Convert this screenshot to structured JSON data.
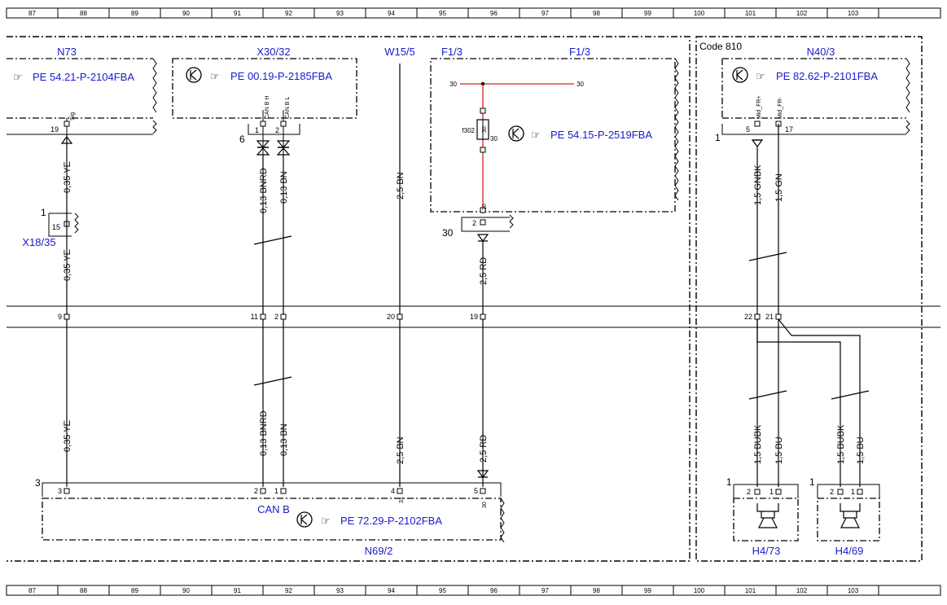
{
  "ruler": [
    "87",
    "88",
    "89",
    "90",
    "91",
    "92",
    "93",
    "94",
    "95",
    "96",
    "97",
    "98",
    "99",
    "100",
    "101",
    "102",
    "103"
  ],
  "code_label": "Code 810",
  "components": {
    "n73": {
      "name": "N73",
      "ref": "PE 54.21-P-2104FBA",
      "pin": "19",
      "pin_label": "Sig"
    },
    "x3032": {
      "name": "X30/32",
      "ref": "PE 00.19-P-2185FBA",
      "pins": [
        "1",
        "2"
      ],
      "pin_labels": [
        "CAN B H",
        "CAN B L"
      ],
      "group": "6"
    },
    "w155": {
      "name": "W15/5"
    },
    "f13": {
      "name_left": "F1/3",
      "name_right": "F1/3",
      "ref": "PE 54.15-P-2519FBA",
      "fuse": "f302",
      "fuse_value": "30",
      "node_left": "30",
      "node_right": "30",
      "fuse_pin": "30",
      "bottom_pin": "30",
      "connector_pin": "2",
      "group": "30"
    },
    "n403": {
      "name": "N40/3",
      "ref": "PE 82.62-P-2101FBA",
      "pins": [
        "5",
        "17"
      ],
      "pin_labels": [
        "Mid_FR+",
        "Mid_FR-"
      ],
      "group": "1"
    },
    "x1835": {
      "name": "X18/35",
      "pin": "15",
      "group": "1"
    },
    "n692": {
      "name": "N69/2",
      "ref": "PE 72.29-P-2102FBA",
      "bus": "CAN B",
      "pins": [
        "3",
        "2",
        "1",
        "4",
        "5"
      ],
      "inner_pin": "31",
      "inner_pin2": "30",
      "group": "3"
    },
    "h473": {
      "name": "H4/73",
      "pins": [
        "2",
        "1"
      ],
      "group": "1"
    },
    "h469": {
      "name": "H4/69",
      "pins": [
        "2",
        "1"
      ],
      "group": "1"
    }
  },
  "wires": {
    "ye": "0,35 YE",
    "bnrd": "0,13 BNRD",
    "bn013": "0,13 BN",
    "bn25": "2,5 BN",
    "rd25": "2,5 RD",
    "gnbk": "1,5 GNBK",
    "gn": "1,5 GN",
    "bubk": "1,5 BUBK",
    "bu": "1,5 BU"
  },
  "separation": {
    "pins": [
      "9",
      "11",
      "2",
      "20",
      "19",
      "22",
      "21"
    ]
  },
  "colors": {
    "ink": "#000000",
    "link": "#1a1acc",
    "power": "#e02020"
  }
}
